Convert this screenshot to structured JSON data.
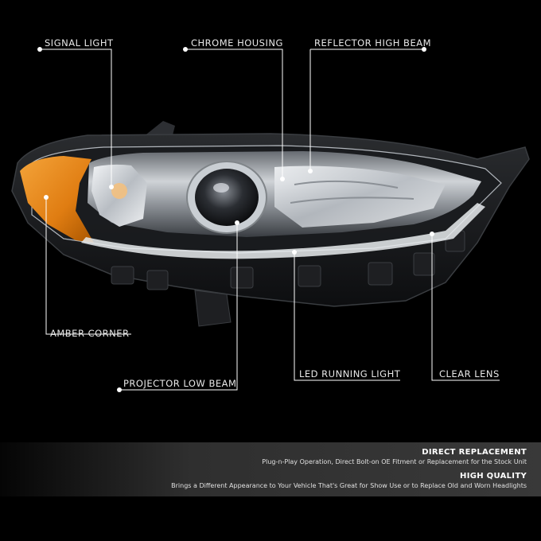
{
  "callouts": [
    {
      "id": "signal-light",
      "label": "SIGNAL LIGHT"
    },
    {
      "id": "chrome-housing",
      "label": "CHROME HOUSING"
    },
    {
      "id": "reflector-high-beam",
      "label": "REFLECTOR HIGH BEAM"
    },
    {
      "id": "amber-corner",
      "label": "AMBER CORNER"
    },
    {
      "id": "projector-low-beam",
      "label": "PROJECTOR LOW BEAM"
    },
    {
      "id": "led-running-light",
      "label": "LED RUNNING LIGHT"
    },
    {
      "id": "clear-lens",
      "label": "CLEAR LENS"
    }
  ],
  "features": [
    {
      "title": "DIRECT REPLACEMENT",
      "description": "Plug-n-Play Operation, Direct Bolt-on OE Fitment or Replacement for the Stock Unit"
    },
    {
      "title": "HIGH QUALITY",
      "description": "Brings a Different Appearance to Your Vehicle That's Great for Show Use or to Replace Old and Worn Headlights"
    }
  ],
  "colors": {
    "background": "#000000",
    "amber": "#e98a1c",
    "chrome": "#c9ced3",
    "label_text": "#e8e8e8"
  }
}
